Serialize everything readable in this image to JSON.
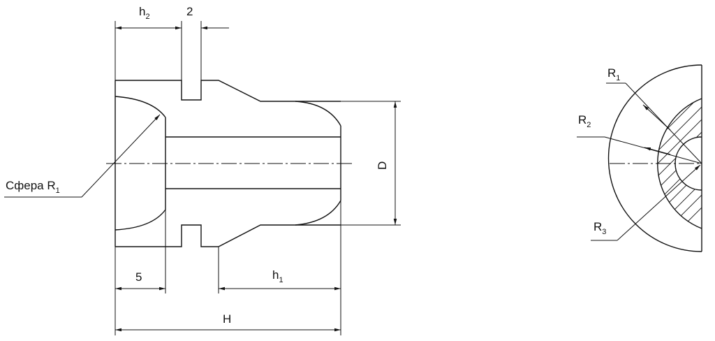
{
  "main_view": {
    "dim_h2": {
      "main": "h",
      "sub": "2"
    },
    "dim_2": "2",
    "sphere_label": {
      "main": "Сфера R",
      "sub": "1"
    },
    "dim_D": "D",
    "dim_5": "5",
    "dim_h1": {
      "main": "h",
      "sub": "1"
    },
    "dim_H": "H"
  },
  "section_view": {
    "R1": {
      "main": "R",
      "sub": "1"
    },
    "R2": {
      "main": "R",
      "sub": "2"
    },
    "R3": {
      "main": "R",
      "sub": "3"
    }
  }
}
